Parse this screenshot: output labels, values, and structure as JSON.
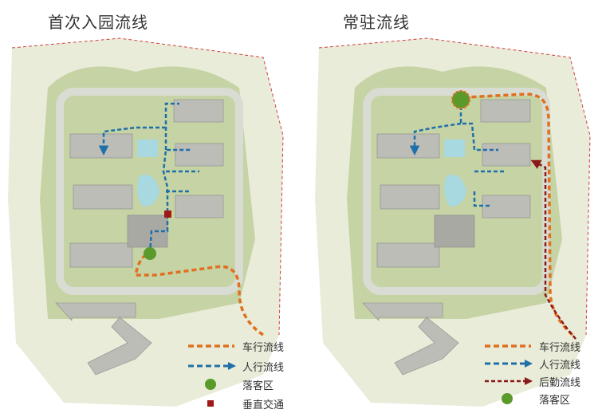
{
  "panels": [
    {
      "title": "首次入园流线",
      "legend": [
        {
          "symbol": "dashed-line",
          "color": "#e07020",
          "label": "车行流线"
        },
        {
          "symbol": "dashed-arrow",
          "color": "#1f6fa8",
          "label": "人行流线"
        },
        {
          "symbol": "circle",
          "color": "#5a9a2a",
          "label": "落客区"
        },
        {
          "symbol": "square",
          "color": "#a01818",
          "label": "垂直交通"
        }
      ]
    },
    {
      "title": "常驻流线",
      "legend": [
        {
          "symbol": "dashed-line",
          "color": "#e07020",
          "label": "车行流线"
        },
        {
          "symbol": "dashed-arrow",
          "color": "#1f6fa8",
          "label": "人行流线"
        },
        {
          "symbol": "dashed-arrow",
          "color": "#8a1a1a",
          "label": "后勤流线"
        },
        {
          "symbol": "circle",
          "color": "#5a9a2a",
          "label": "落客区"
        }
      ]
    }
  ],
  "colors": {
    "vehicle_route": "#e07020",
    "pedestrian_route": "#1f6fa8",
    "service_route": "#8a1a1a",
    "dropoff": "#5a9a2a",
    "vertical_transport": "#a01818",
    "site_boundary": "#d04040"
  }
}
